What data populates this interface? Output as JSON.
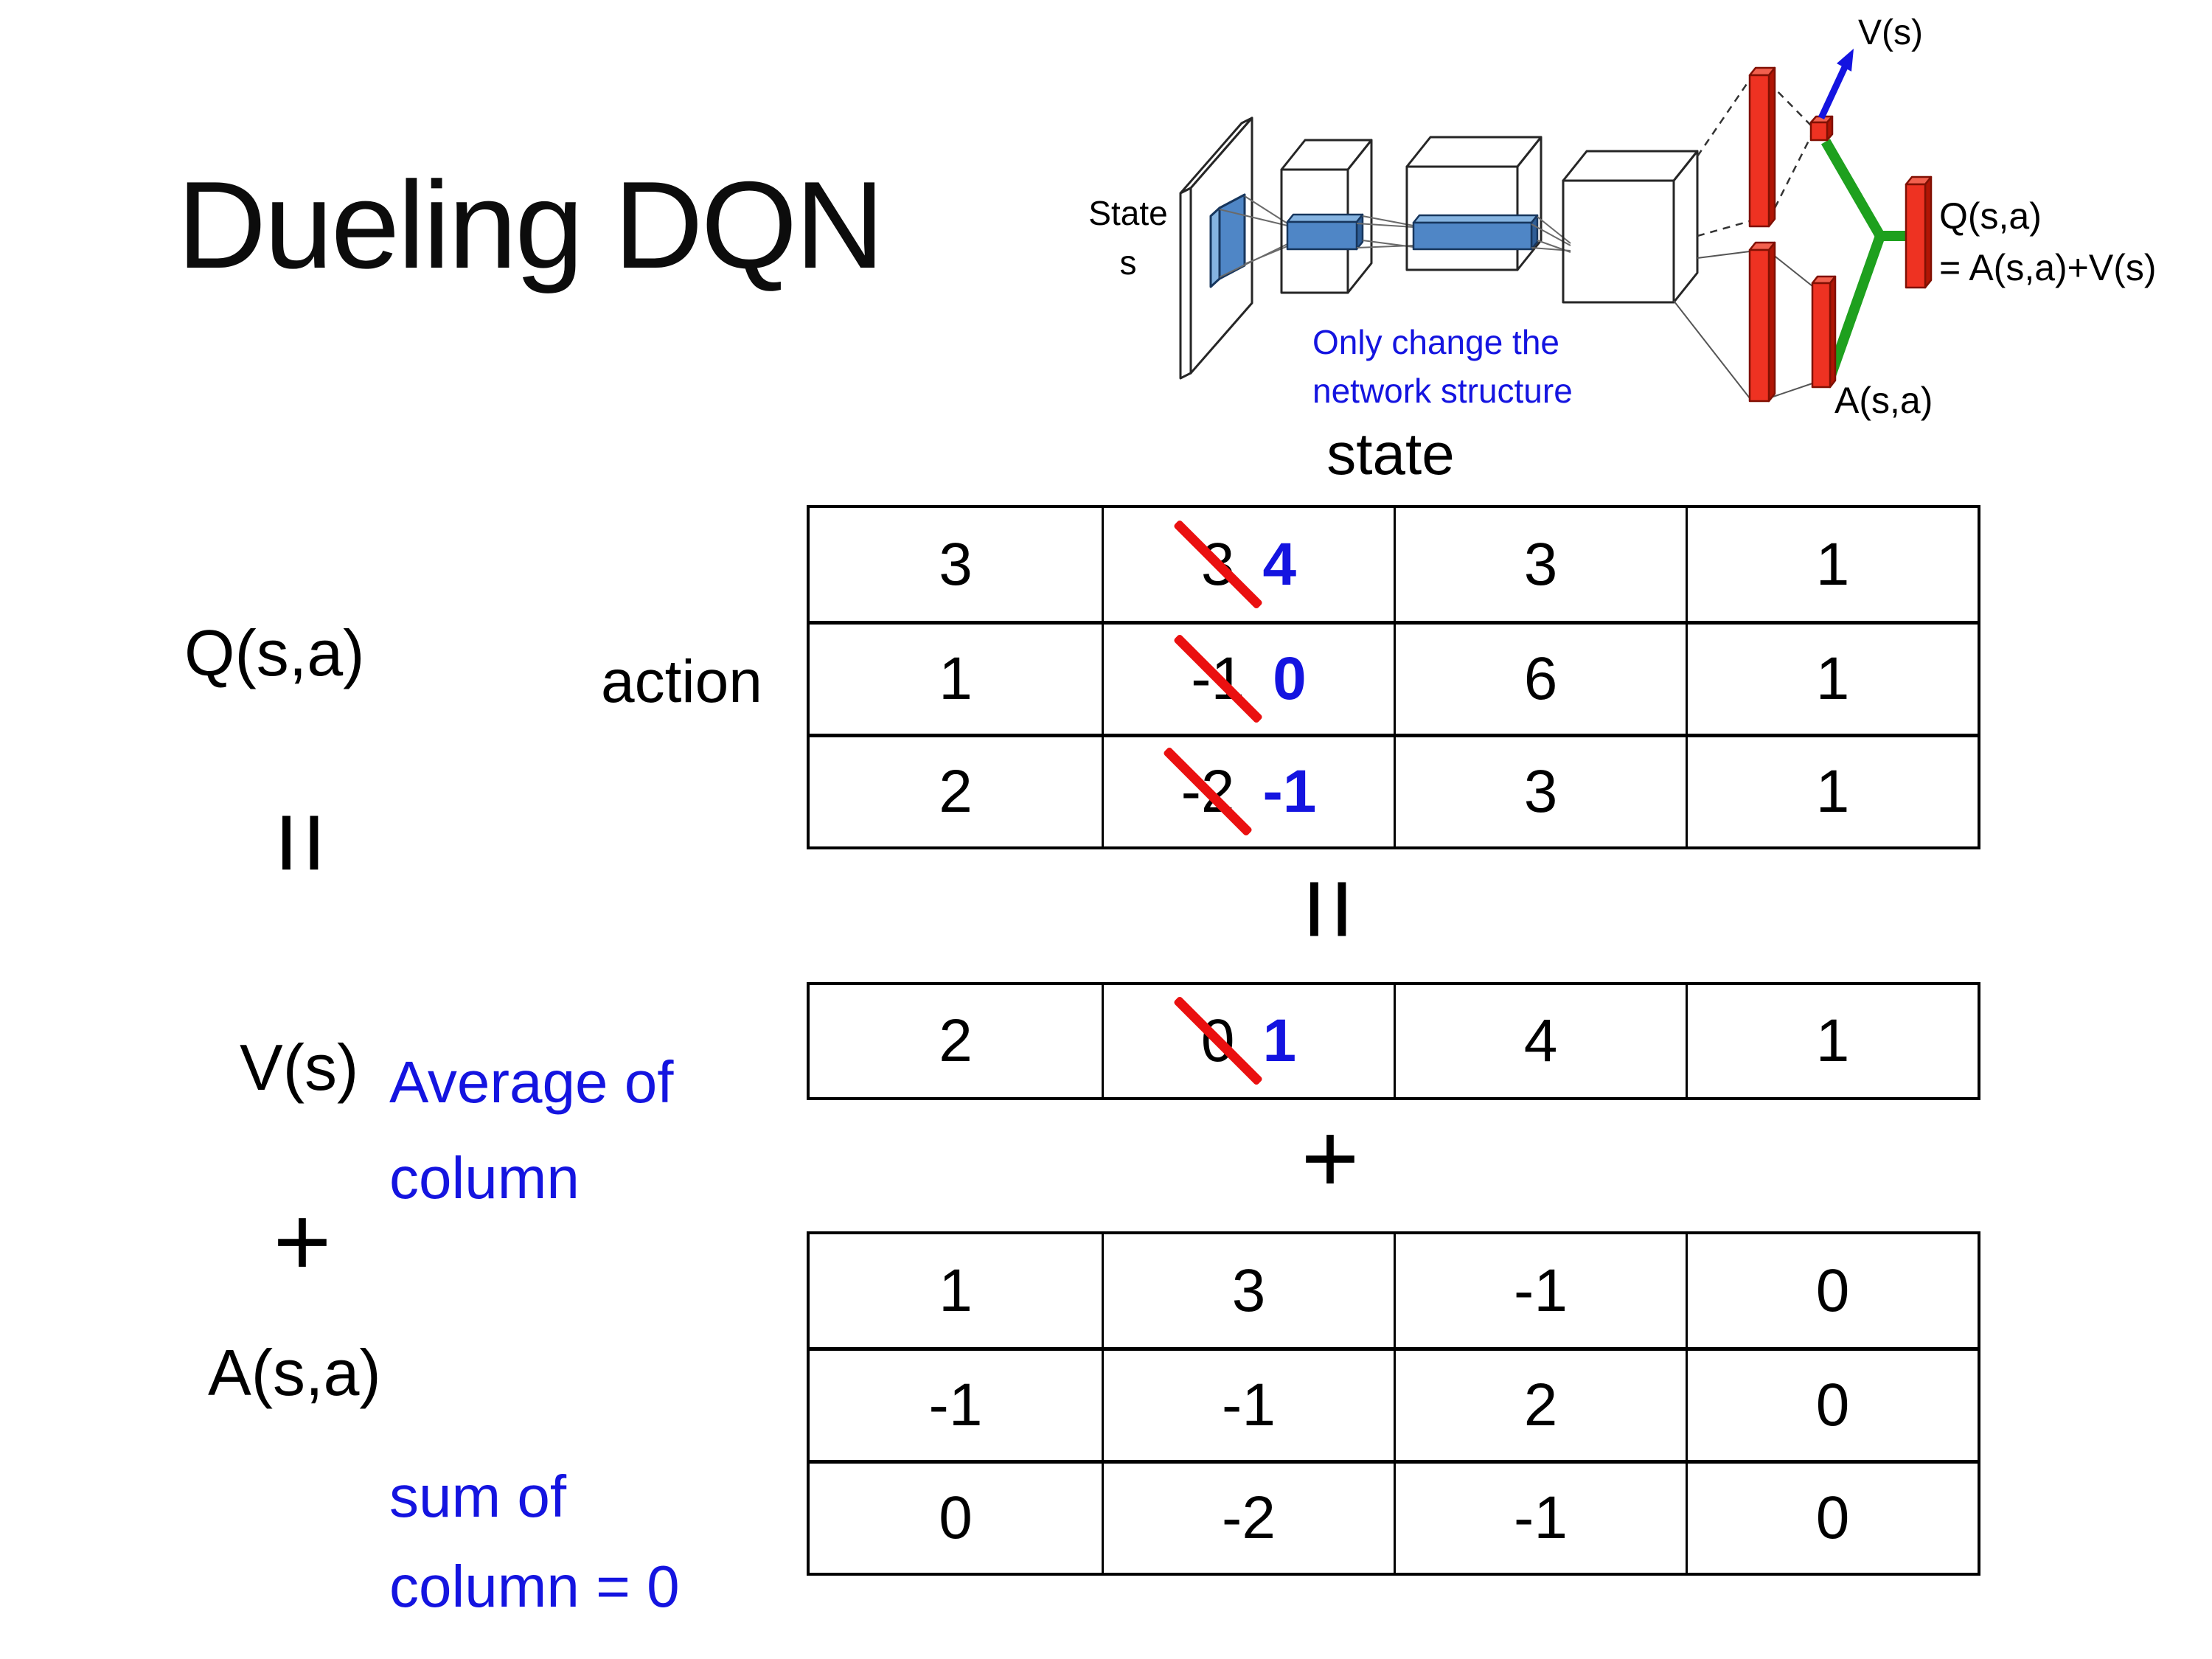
{
  "slide": {
    "title": "Dueling DQN"
  },
  "diagram": {
    "state_label": "State",
    "state_sub": "s",
    "note_line1": "Only change the",
    "note_line2": "network structure",
    "v_output_label": "V(s)",
    "a_output_label": "A(s,a)",
    "q_output_label_line1": "Q(s,a)",
    "q_output_label_line2": "= A(s,a)+V(s)"
  },
  "equation": {
    "q_matrix_label": "Q(s,a)",
    "action_axis_label": "action",
    "state_axis_label": "state",
    "equals_under_q": "=",
    "equals_under_table": "=",
    "plus_left": "+",
    "plus_between_tables": "+",
    "v_label": "V(s)",
    "a_matrix_label": "A(s,a)",
    "v_note_line1": "Average of",
    "v_note_line2": "column",
    "a_note_line1": "sum of",
    "a_note_line2": "column = 0"
  },
  "tables": {
    "q": {
      "rows": [
        [
          {
            "v": "3"
          },
          {
            "old": "3",
            "new": "4"
          },
          {
            "v": "3"
          },
          {
            "v": "1"
          }
        ],
        [
          {
            "v": "1"
          },
          {
            "old": "-1",
            "new": "0"
          },
          {
            "v": "6"
          },
          {
            "v": "1"
          }
        ],
        [
          {
            "v": "2"
          },
          {
            "old": "-2",
            "new": "-1"
          },
          {
            "v": "3"
          },
          {
            "v": "1"
          }
        ]
      ]
    },
    "v": {
      "cells": [
        {
          "v": "2"
        },
        {
          "old": "0",
          "new": "1"
        },
        {
          "v": "4"
        },
        {
          "v": "1"
        }
      ]
    },
    "a": {
      "rows": [
        [
          "1",
          "3",
          "-1",
          "0"
        ],
        [
          "-1",
          "-1",
          "2",
          "0"
        ],
        [
          "0",
          "-2",
          "-1",
          "0"
        ]
      ]
    }
  },
  "colors": {
    "text_blue": "#1414e0",
    "strike_red": "#ea1010",
    "bar_red": "#ee3222",
    "filter_blue": "#4f86c6",
    "merge_green": "#1ea01e"
  }
}
